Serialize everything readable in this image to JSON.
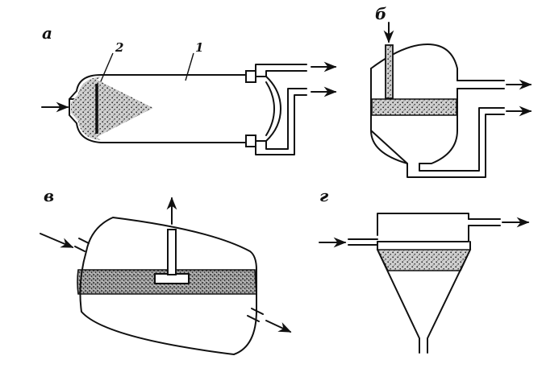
{
  "labels": {
    "a": "а",
    "b": "б",
    "v": "в",
    "g": "г"
  },
  "callouts": {
    "one": "1",
    "two": "2"
  },
  "colors": {
    "line": "#111111",
    "bed": "#a8a8a8",
    "background": "#ffffff"
  }
}
